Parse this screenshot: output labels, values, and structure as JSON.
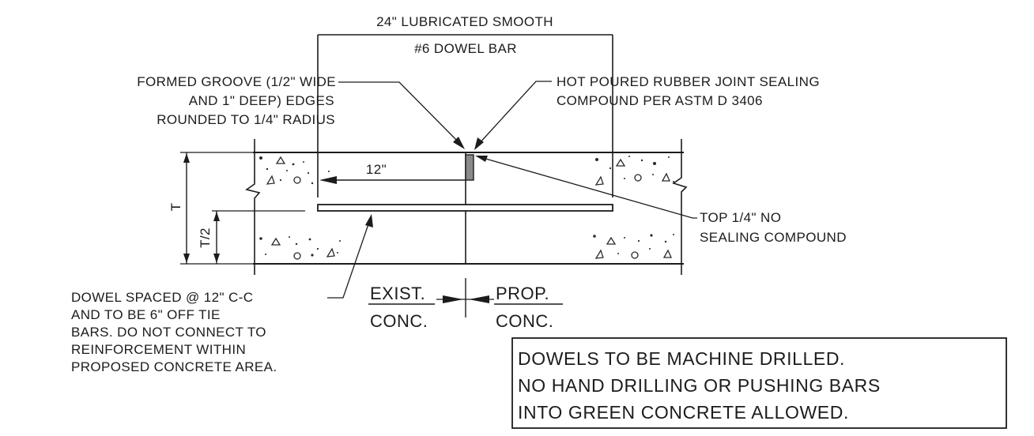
{
  "labels": {
    "dowel_length": "24\" LUBRICATED SMOOTH",
    "dowel_bar": "#6 DOWEL BAR",
    "groove_line1": "FORMED GROOVE (1/2\" WIDE",
    "groove_line2": "AND 1\" DEEP) EDGES",
    "groove_line3": "ROUNDED TO 1/4\" RADIUS",
    "sealant_line1": "HOT POURED RUBBER JOINT SEALING",
    "sealant_line2": "COMPOUND PER ASTM D 3406",
    "embed_dim": "12\"",
    "slab_thickness": "T",
    "half_thickness": "T/2",
    "top_line1": "TOP 1/4\" NO",
    "top_line2": "SEALING COMPOUND",
    "spacing_line1": "DOWEL SPACED @ 12\" C-C",
    "spacing_line2": "AND TO BE 6\" OFF TIE",
    "spacing_line3": "BARS. DO NOT CONNECT TO",
    "spacing_line4": "REINFORCEMENT WITHIN",
    "spacing_line5": "PROPOSED CONCRETE AREA.",
    "exist_top": "EXIST.",
    "exist_bottom": "CONC.",
    "prop_top": "PROP.",
    "prop_bottom": "CONC."
  },
  "note": {
    "line1": "DOWELS TO BE MACHINE DRILLED.",
    "line2": "NO HAND DRILLING OR PUSHING BARS",
    "line3": "INTO GREEN CONCRETE ALLOWED."
  }
}
